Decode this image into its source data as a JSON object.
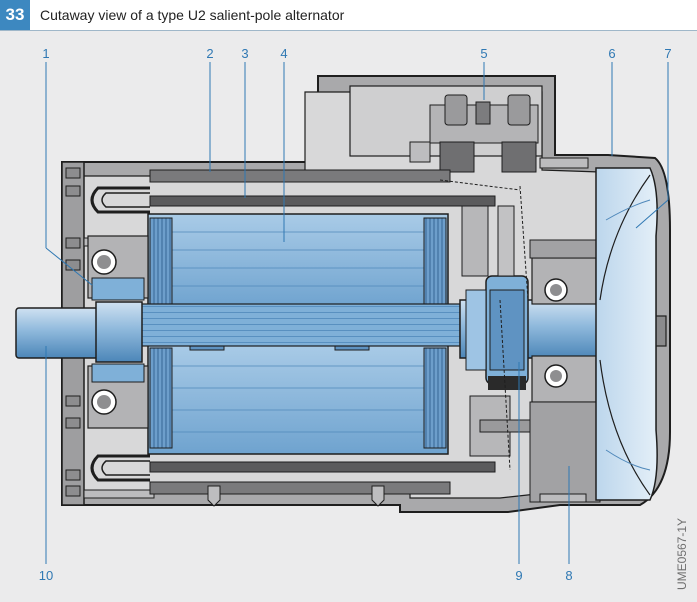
{
  "figure": {
    "number": "33",
    "title": "Cutaway view of a type U2 salient-pole alternator",
    "code": "UME0567-1Y"
  },
  "labels": [
    "1",
    "2",
    "3",
    "4",
    "5",
    "6",
    "7",
    "8",
    "9",
    "10"
  ],
  "colors": {
    "accent": "#3d88c0",
    "label": "#2f78b3",
    "housing": "#a7a7a9",
    "core_blue": "#8fb9dc",
    "background": "#ebebec"
  }
}
